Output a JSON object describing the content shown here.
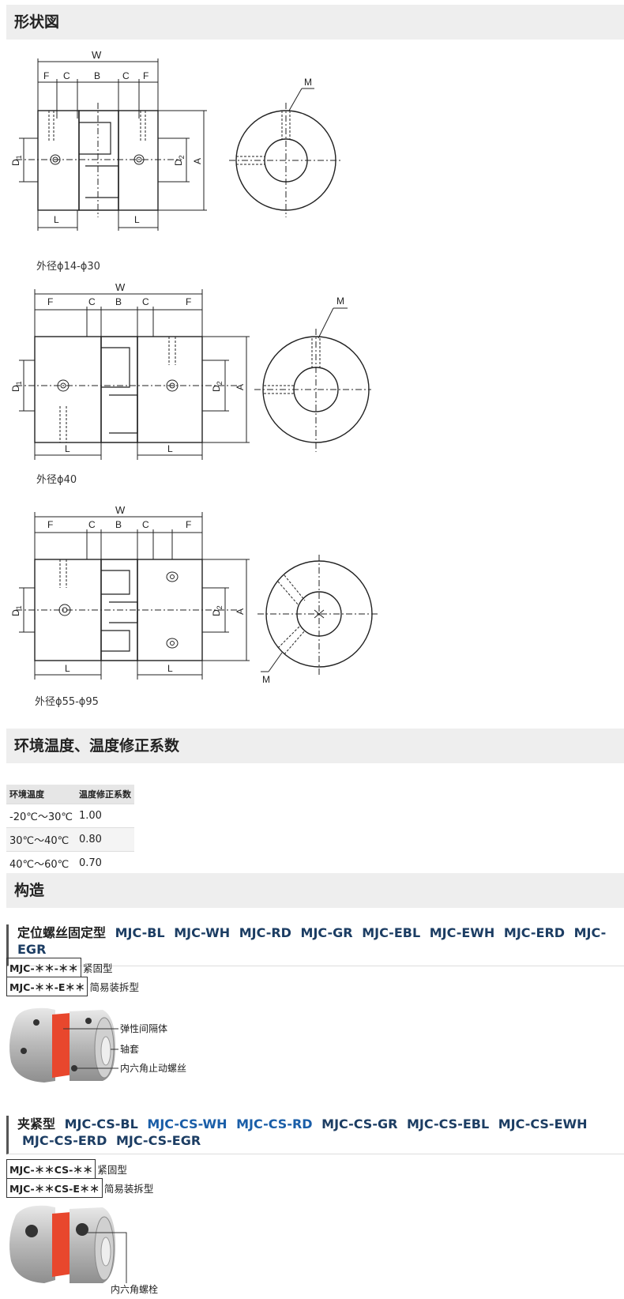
{
  "sections": {
    "shape": "形状図",
    "temperature": "环境温度、温度修正系数",
    "structure": "构造"
  },
  "labels": {
    "W": "W",
    "F": "F",
    "C": "C",
    "B": "B",
    "L": "L",
    "A": "A",
    "M": "M",
    "D1": "D",
    "D1sub": "1",
    "D2": "D",
    "D2sub": "2"
  },
  "captions": [
    "外径ϕ14-ϕ30",
    "外径ϕ40",
    "外径ϕ55-ϕ95"
  ],
  "temp_table": {
    "headers": [
      "环境温度",
      "温度修正系数"
    ],
    "rows": [
      [
        "-20℃～30℃",
        "1.00"
      ],
      [
        "30℃～40℃",
        "0.80"
      ],
      [
        "40℃～60℃",
        "0.70"
      ]
    ]
  },
  "set_screw": {
    "title": "定位螺丝固定型",
    "models": [
      "MJC-BL",
      "MJC-WH",
      "MJC-RD",
      "MJC-GR",
      "MJC-EBL",
      "MJC-EWH",
      "MJC-ERD",
      "MJC-EGR"
    ],
    "codes": [
      {
        "code": "MJC-＊＊-＊＊",
        "desc": "紧固型"
      },
      {
        "code": "MJC-＊＊-E＊＊",
        "desc": "简易装拆型"
      }
    ],
    "parts": [
      "弹性间隔体",
      "轴套",
      "内六角止动螺丝"
    ]
  },
  "clamp": {
    "title": "夹紧型",
    "models": [
      "MJC-CS-BL",
      "MJC-CS-WH",
      "MJC-CS-RD",
      "MJC-CS-GR",
      "MJC-CS-EBL",
      "MJC-CS-EWH",
      "MJC-CS-ERD",
      "MJC-CS-EGR"
    ],
    "codes": [
      {
        "code": "MJC-＊＊CS-＊＊",
        "desc": "紧固型"
      },
      {
        "code": "MJC-＊＊CS-E＊＊",
        "desc": "简易装拆型"
      }
    ],
    "parts": [
      "内六角螺栓"
    ]
  },
  "colors": {
    "spider": "#e8472d",
    "metal": "#c9c9c9",
    "header_bg": "#eeeeee",
    "model_link": "#1c3d63"
  }
}
